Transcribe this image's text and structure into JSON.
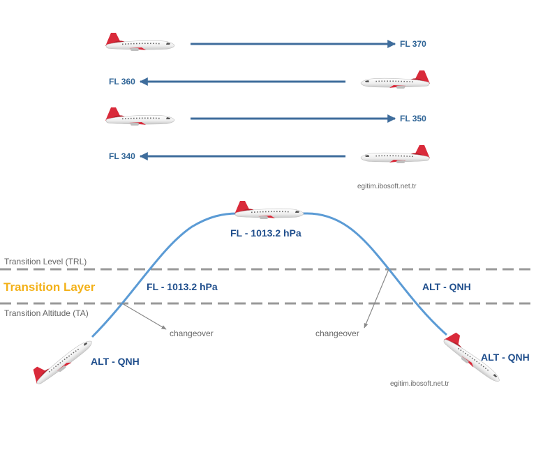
{
  "colors": {
    "arrow": "#3f6d9c",
    "curve": "#5b9bd5",
    "dashed": "#999999",
    "layer_text": "#f3b118",
    "label_blue": "#1f4e8c",
    "tail_red": "#d92a3a"
  },
  "flight_levels": [
    {
      "label": "FL 370",
      "direction": "right"
    },
    {
      "label": "FL 360",
      "direction": "left"
    },
    {
      "label": "FL 350",
      "direction": "right"
    },
    {
      "label": "FL 340",
      "direction": "left"
    }
  ],
  "watermark_top": "egitim.ibosoft.net.tr",
  "watermark_bottom": "egitim.ibosoft.net.tr",
  "lines": {
    "trl": "Transition Level (TRL)",
    "layer": "Transition Layer",
    "ta": "Transition Altitude (TA)"
  },
  "labels": {
    "fl_top": "FL - 1013.2 hPa",
    "fl_climb": "FL - 1013.2 hPa",
    "alt_right_layer": "ALT - QNH",
    "alt_left_bottom": "ALT - QNH",
    "alt_right_bottom": "ALT - QNH",
    "changeover_left": "changeover",
    "changeover_right": "changeover"
  }
}
